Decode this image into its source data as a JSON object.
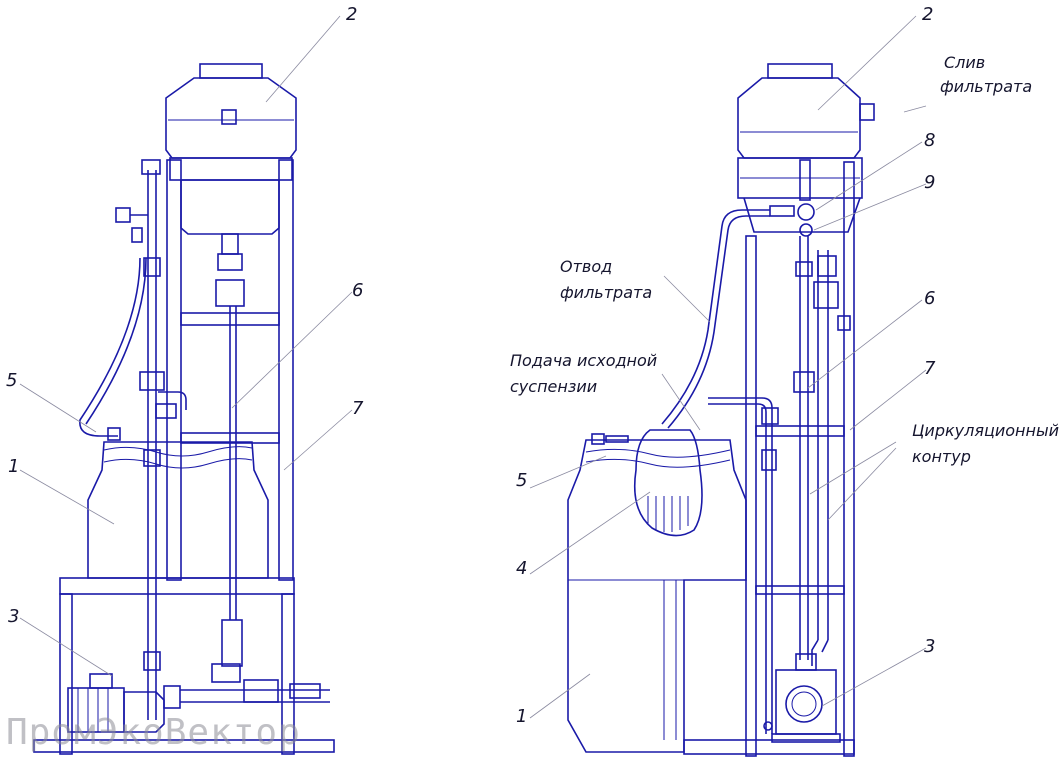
{
  "watermark": "ПромЭкоВектор",
  "left_view": {
    "callouts": [
      "2",
      "6",
      "7",
      "5",
      "1",
      "3"
    ]
  },
  "right_view": {
    "callouts": [
      "2",
      "8",
      "9",
      "6",
      "7",
      "5",
      "4",
      "3",
      "1"
    ],
    "texts": {
      "drain_filtrate_1": "Слив",
      "drain_filtrate_2": "фильтрата",
      "outlet_filtrate_1": "Отвод",
      "outlet_filtrate_2": "фильтрата",
      "feed_suspension_1": "Подача исходной",
      "feed_suspension_2": "суспензии",
      "circulation_1": "Циркуляционный",
      "circulation_2": "контур"
    }
  },
  "colors": {
    "line": "#1a1aa8",
    "text": "#15152e"
  }
}
